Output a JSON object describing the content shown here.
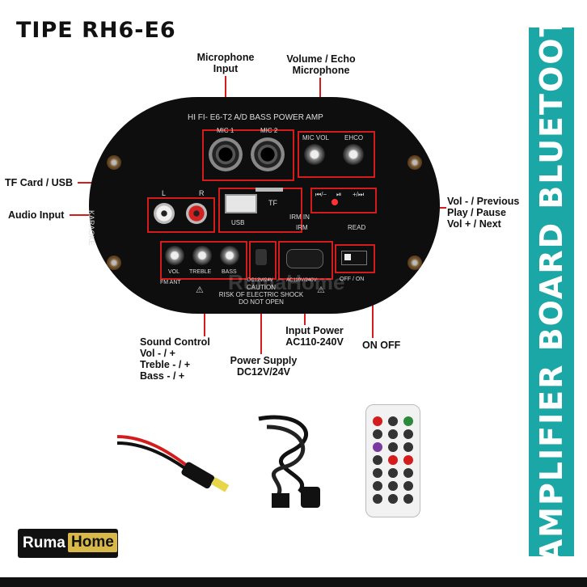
{
  "page": {
    "title": "TIPE RH6-E6",
    "banner": "AMPLIFIER BOARD BLUETOOTH",
    "brand": {
      "part1": "Ruma",
      "part2": "Home"
    }
  },
  "callouts": {
    "microphone_input": [
      "Microphone",
      "Input"
    ],
    "volume_echo": [
      "Volume / Echo",
      "Microphone"
    ],
    "tf_card_usb": "TF Card / USB",
    "audio_input": "Audio Input",
    "vol_prev": [
      "Vol - / Previous",
      "Play / Pause",
      "Vol + / Next"
    ],
    "sound_control": [
      "Sound Control",
      "Vol - / +",
      "Treble - / +",
      "Bass - / +"
    ],
    "power_supply": [
      "Power Supply",
      "DC12V/24V"
    ],
    "input_power": [
      "Input Power",
      "AC110-240V"
    ],
    "on_off": "ON OFF"
  },
  "board": {
    "header": "HI FI- E6-T2 A/D BASS POWER AMP",
    "mic1": "MIC 1",
    "mic2": "MIC 2",
    "mic_vol": "MIC VOL",
    "echo": "EHCO",
    "left": "L",
    "right": "R",
    "usb": "USB",
    "tf": "TF",
    "irm_in": "IRM IN",
    "irm": "IRM",
    "read": "READ",
    "karaoke": "KARAOKE",
    "vol": "VOL",
    "treble": "TREBLE",
    "bass": "BASS",
    "fm_ant": "FM ANT",
    "dc": "DC12V/24V",
    "ac": "AC110V/240V",
    "off_on": "OFF / ON",
    "caution": [
      "CAUTION",
      "RISK OF ELECTRIC SHOCK",
      "DO NOT OPEN"
    ],
    "watermark": "RumaHome"
  },
  "colors": {
    "banner": "#1aa7a6",
    "callout_line": "#d41c1c",
    "board": "#0e0e0e"
  }
}
